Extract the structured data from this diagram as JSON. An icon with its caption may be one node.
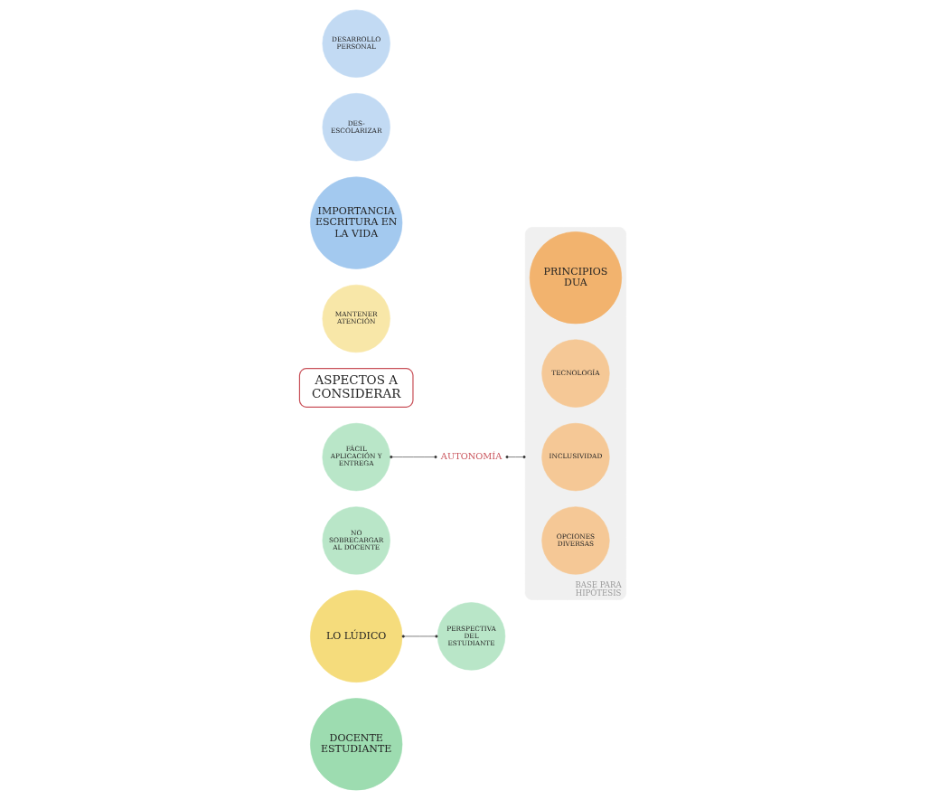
{
  "diagram": {
    "nodes": [
      {
        "text": [
          "DOCENTE ESTUDIANTE"
        ]
      },
      {
        "text": [
          "PERSPECTIVA DEL ESTUDIANTE"
        ]
      },
      {
        "text": [
          "NO SOBRECARGAR AL DOCENTE"
        ]
      },
      {
        "text": [
          "FÁCIL APLICACIÓN Y ENTREGA"
        ]
      },
      {
        "text": [
          "AUTONOMÍA"
        ]
      },
      {
        "text": [
          "BASE PARA HIPÓTESIS"
        ]
      },
      {
        "text": [
          "PRINCIPIOS DUA"
        ],
        "in": 5
      },
      {
        "text": [
          "TECNOLOGÍA"
        ],
        "in": 5
      },
      {
        "text": [
          "INCLUSIVIDAD"
        ],
        "in": 5
      },
      {
        "text": [
          "OPCIONES DIVERSAS"
        ],
        "in": 5
      },
      {
        "text": [
          "ASPECTOS A CONSIDERAR"
        ]
      },
      {
        "text": [
          "LO LÚDICO"
        ]
      },
      {
        "text": [
          "MANTENER ATENCIÓN"
        ]
      },
      {
        "text": [
          "IMPORTANCIA ESCRITURA EN LA VIDA"
        ]
      },
      {
        "text": [
          "DES- ESCOLARIZAR"
        ]
      },
      {
        "text": [
          "DESARROLLO PERSONAL"
        ]
      }
    ],
    "edges": [
      {
        "from": 3,
        "to": 4,
        "arrow": "other"
      },
      {
        "from": 4,
        "to": 5,
        "arrow": "other"
      },
      {
        "from": 11,
        "to": 1,
        "arrow": "other"
      }
    ]
  }
}
